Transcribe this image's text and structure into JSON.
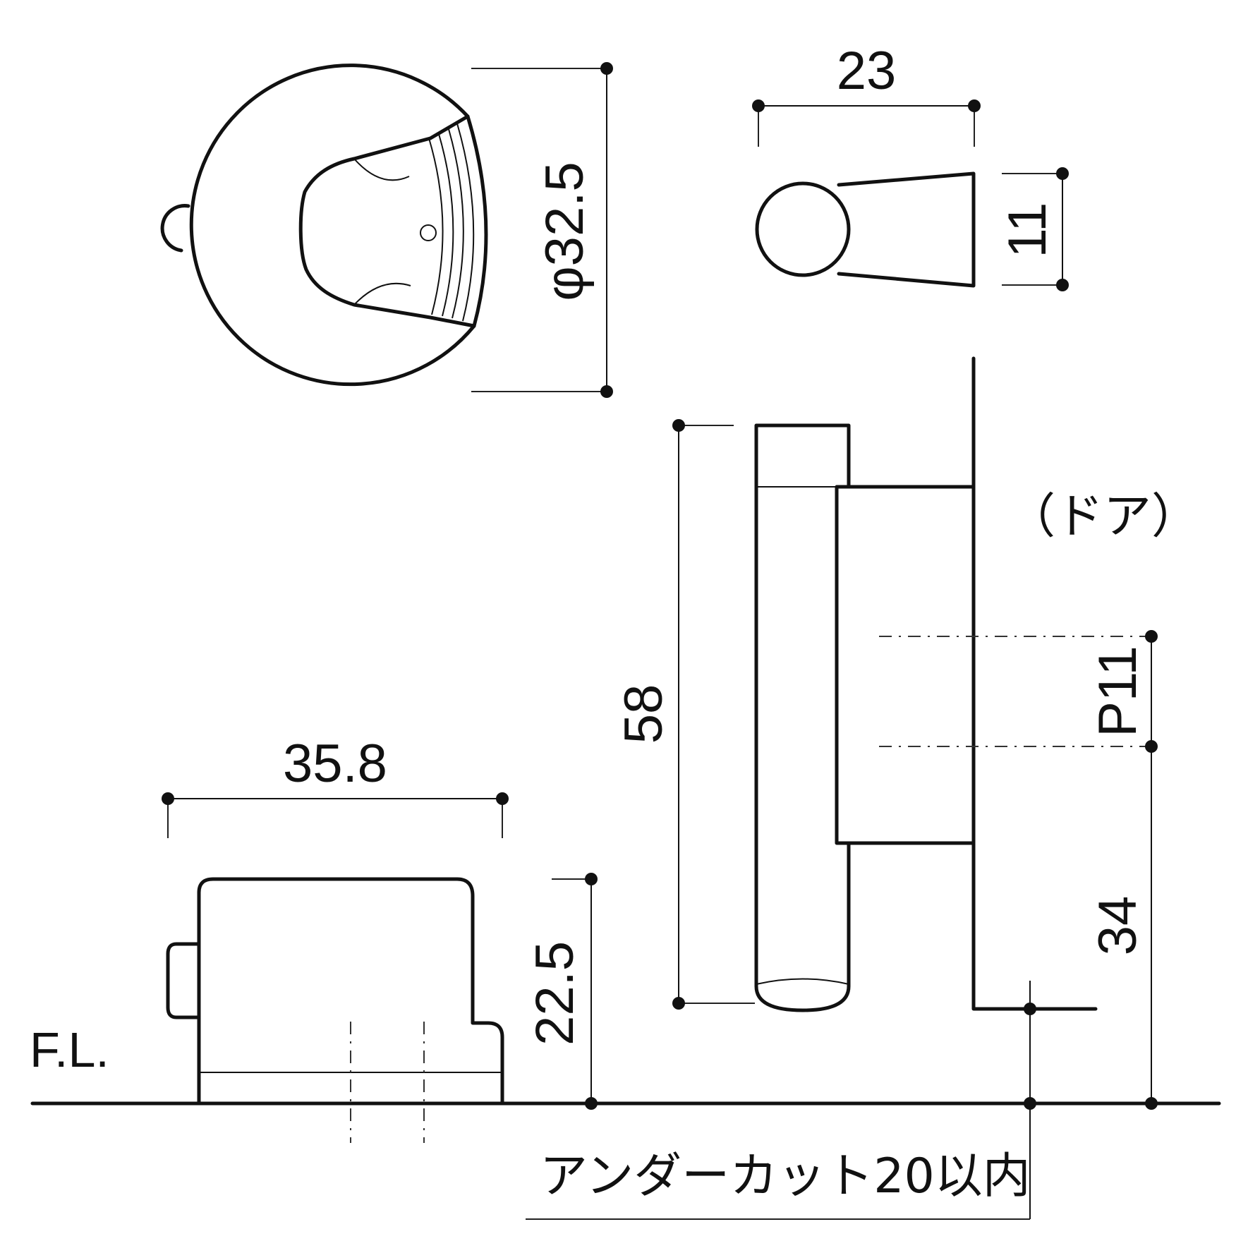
{
  "dimensions": {
    "diameter": "φ32.5",
    "width_top": "23",
    "thickness": "11",
    "height_total": "58",
    "pitch": "P11",
    "height_from_floor": "34",
    "base_width": "35.8",
    "base_height": "22.5"
  },
  "labels": {
    "door": "（ドア）",
    "floor": "F.L.",
    "undercut": "アンダーカット20以内"
  },
  "colors": {
    "line": "#111111",
    "background": "#ffffff"
  }
}
